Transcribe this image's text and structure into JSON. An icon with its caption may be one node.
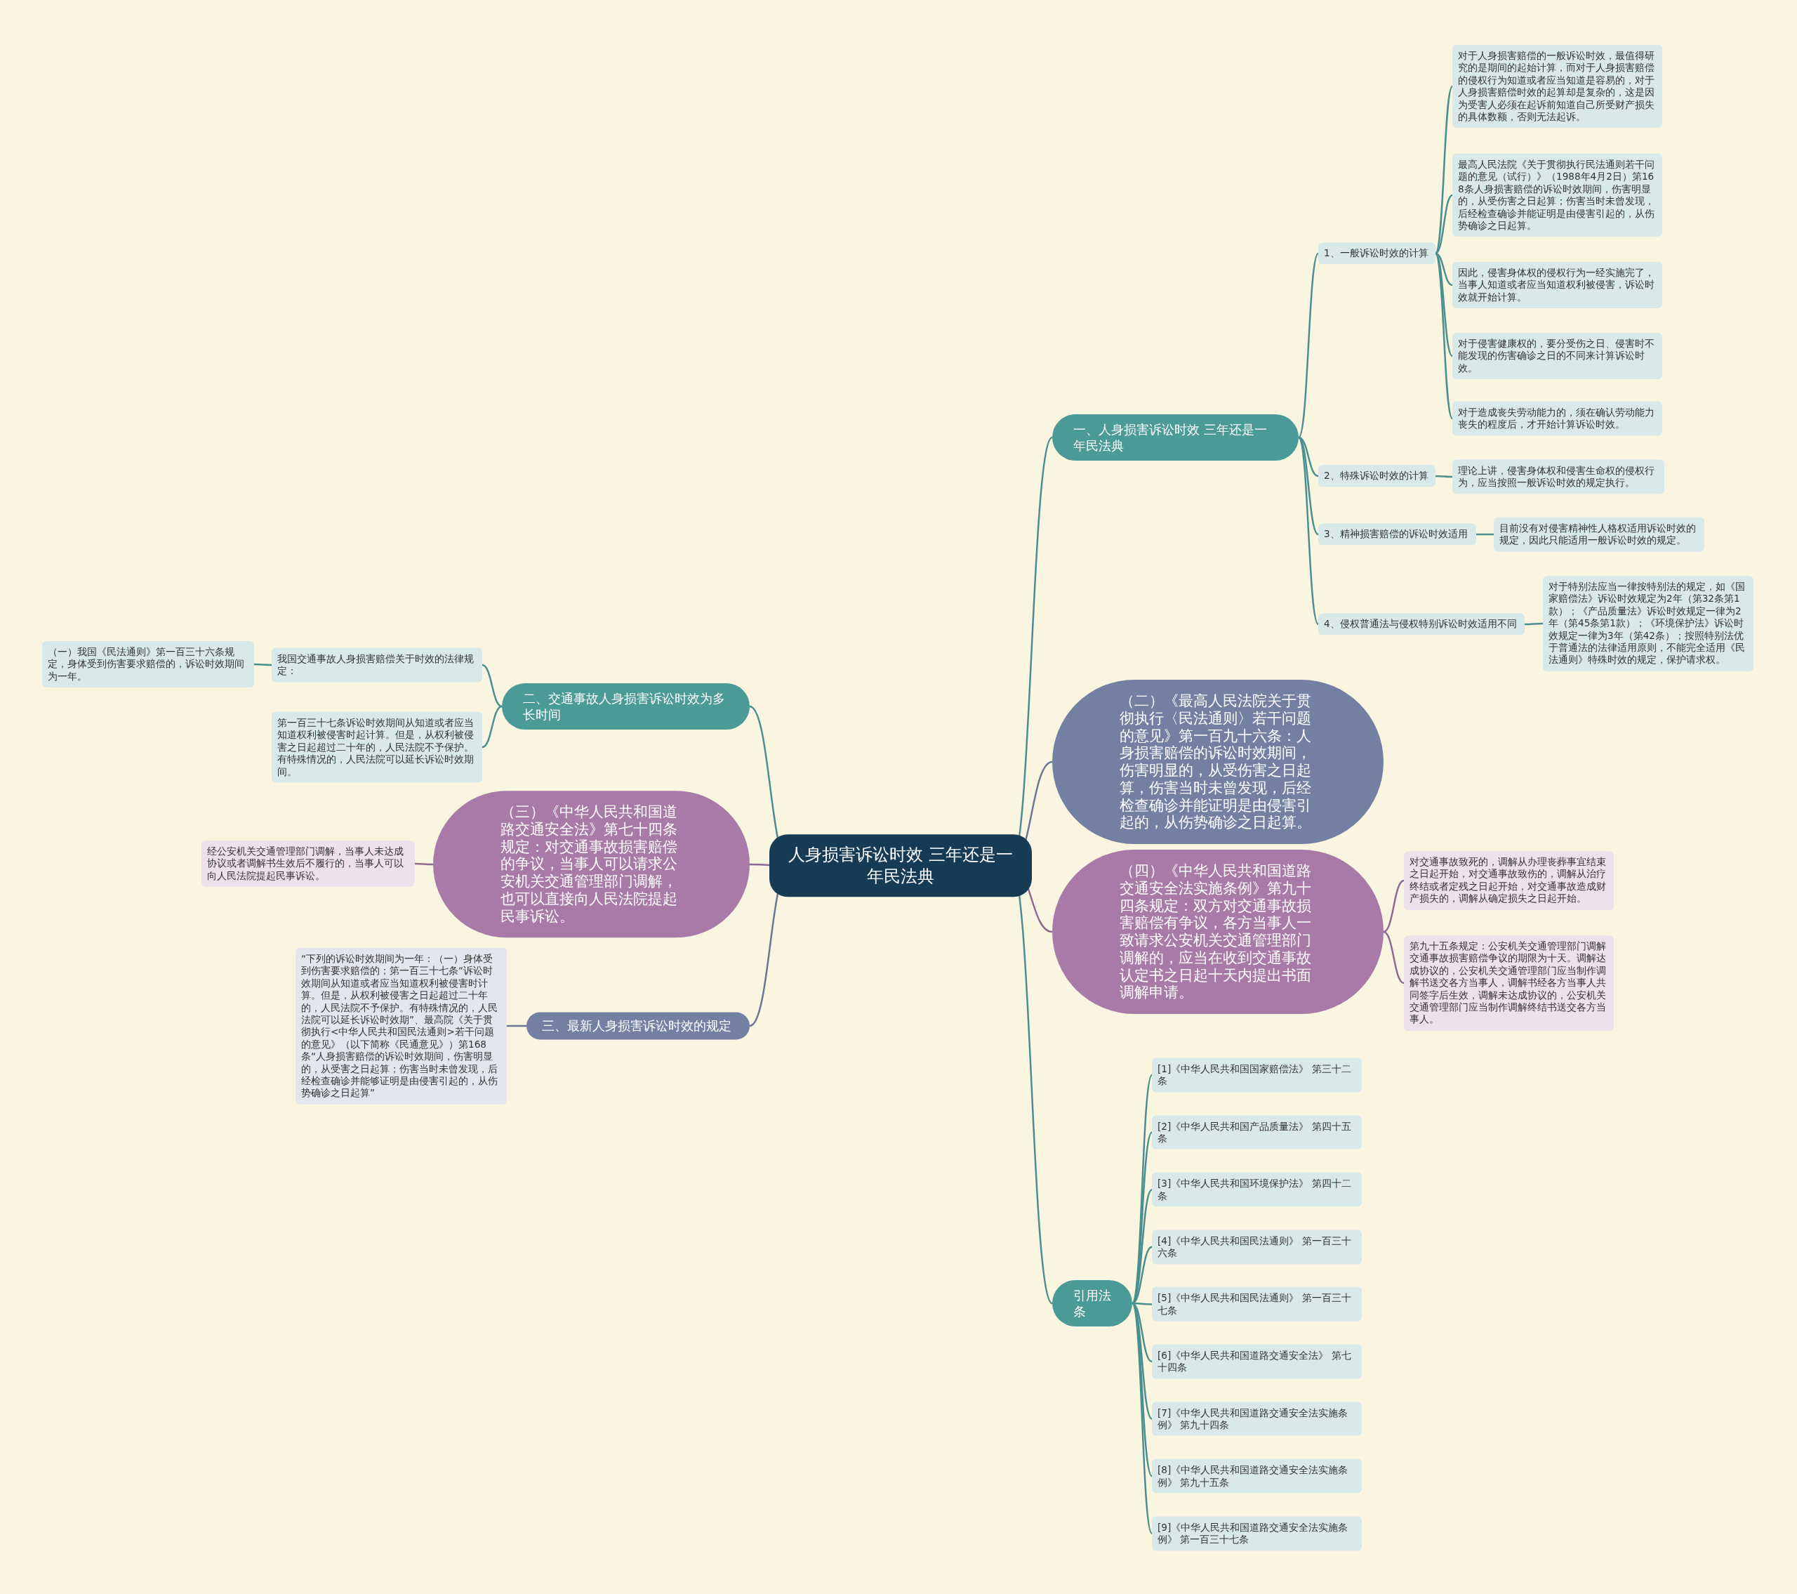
{
  "diagram": {
    "nodes": [
      {
        "text": [
          "人身损害诉讼时效 三年还是一年民法典"
        ]
      },
      {
        "text": [
          "一、人身损害诉讼时效 三年还是一年民法典"
        ]
      },
      {
        "text": [
          "1、一般诉讼时效的计算"
        ]
      },
      {
        "text": [
          "对于人身损害赔偿的一般诉讼时效，最值得研究的是期间的起始计算，而对于人身损害赔偿的侵权行为知道或者应当知道是容易的，对于人身损害赔偿时效的起算却是复杂的，这是因为受害人必须在起诉前知道自己所受财产损失的具体数额，否则无法起诉。"
        ]
      },
      {
        "text": [
          "最高人民法院《关于贯彻执行民法通则若干问题的意见（试行）》（1988年4月2日）第168条人身损害赔偿的诉讼时效期间，伤害明显的，从受伤害之日起算；伤害当时未曾发现，后经检查确诊并能证明是由侵害引起的，从伤势确诊之日起算。"
        ]
      },
      {
        "text": [
          "因此，侵害身体权的侵权行为一经实施完了，当事人知道或者应当知道权利被侵害，诉讼时效就开始计算。"
        ]
      },
      {
        "text": [
          "对于侵害健康权的，要分受伤之日、侵害时不能发现的伤害确诊之日的不同来计算诉讼时效。"
        ]
      },
      {
        "text": [
          "对于造成丧失劳动能力的，须在确认劳动能力丧失的程度后，才开始计算诉讼时效。"
        ]
      },
      {
        "text": [
          "2、特殊诉讼时效的计算"
        ]
      },
      {
        "text": [
          "理论上讲，侵害身体权和侵害生命权的侵权行为，应当按照一般诉讼时效的规定执行。"
        ]
      },
      {
        "text": [
          "3、精神损害赔偿的诉讼时效适用"
        ]
      },
      {
        "text": [
          "目前没有对侵害精神性人格权适用诉讼时效的规定，因此只能适用一般诉讼时效的规定。"
        ]
      },
      {
        "text": [
          "4、侵权普通法与侵权特别诉讼时效适用不同"
        ]
      },
      {
        "text": [
          "对于特别法应当一律按特别法的规定，如《国家赔偿法》诉讼时效规定为2年（第32条第1款）；《产品质量法》诉讼时效规定一律为2年（第45条第1款）；《环境保护法》诉讼时效规定一律为3年（第42条）；按照特别法优于普通法的法律适用原则，不能完全适用《民法通则》特殊时效的规定，保护请求权。"
        ]
      },
      {
        "text": [
          "（二）《最高人民法院关于贯彻执行〈民法通则〉若干问题的意见》第一百九十六条：人身损害赔偿的诉讼时效期间，伤害明显的，从受伤害之日起算，伤害当时未曾发现，后经检查确诊并能证明是由侵害引起的，从伤势确诊之日起算。"
        ]
      },
      {
        "text": [
          "（四）《中华人民共和国道路交通安全法实施条例》第九十四条规定：双方对交通事故损害赔偿有争议，各方当事人一致请求公安机关交通管理部门调解的，应当在收到交通事故认定书之日起十天内提出书面调解申请。"
        ]
      },
      {
        "text": [
          "对交通事故致死的，调解从办理丧葬事宜结束之日起开始，对交通事故致伤的，调解从治疗终结或者定残之日起开始，对交通事故造成财产损失的，调解从确定损失之日起开始。"
        ]
      },
      {
        "text": [
          "第九十五条规定：公安机关交通管理部门调解交通事故损害赔偿争议的期限为十天。调解达成协议的，公安机关交通管理部门应当制作调解书送交各方当事人，调解书经各方当事人共同签字后生效，调解未达成协议的，公安机关交通管理部门应当制作调解终结书送交各方当事人。"
        ]
      },
      {
        "text": [
          "引用法条"
        ]
      },
      {
        "text": [
          "[1]《中华人民共和国国家赔偿法》 第三十二条"
        ]
      },
      {
        "text": [
          "[2]《中华人民共和国产品质量法》 第四十五条"
        ]
      },
      {
        "text": [
          "[3]《中华人民共和国环境保护法》 第四十二条"
        ]
      },
      {
        "text": [
          "[4]《中华人民共和国民法通则》 第一百三十六条"
        ]
      },
      {
        "text": [
          "[5]《中华人民共和国民法通则》 第一百三十七条"
        ]
      },
      {
        "text": [
          "[6]《中华人民共和国道路交通安全法》 第七十四条"
        ]
      },
      {
        "text": [
          "[7]《中华人民共和国道路交通安全法实施条例》 第九十四条"
        ]
      },
      {
        "text": [
          "[8]《中华人民共和国道路交通安全法实施条例》 第九十五条"
        ]
      },
      {
        "text": [
          "[9]《中华人民共和国道路交通安全法实施条例》 第一百三十七条"
        ]
      },
      {
        "text": [
          "二、交通事故人身损害诉讼时效为多长时间"
        ]
      },
      {
        "text": [
          "我国交通事故人身损害赔偿关于时效的法律规定："
        ]
      },
      {
        "text": [
          "（一）我国《民法通则》第一百三十六条规定，身体受到伤害要求赔偿的，诉讼时效期间为一年。"
        ]
      },
      {
        "text": [
          "第一百三十七条诉讼时效期间从知道或者应当知道权利被侵害时起计算。但是，从权利被侵害之日起超过二十年的，人民法院不予保护。有特殊情况的，人民法院可以延长诉讼时效期间。"
        ]
      },
      {
        "text": [
          "（三）《中华人民共和国道路交通安全法》第七十四条规定：对交通事故损害赔偿的争议，当事人可以请求公安机关交通管理部门调解，也可以直接向人民法院提起民事诉讼。"
        ]
      },
      {
        "text": [
          "经公安机关交通管理部门调解，当事人未达成协议或者调解书生效后不履行的，当事人可以向人民法院提起民事诉讼。"
        ]
      },
      {
        "text": [
          "三、最新人身损害诉讼时效的规定"
        ]
      },
      {
        "text": [
          "“下列的诉讼时效期间为一年：（一）身体受到伤害要求赔偿的；第一百三十七条“诉讼时效期间从知道或者应当知道权利被侵害时计算。但是，从权利被侵害之日起超过二十年的，人民法院不予保护。有特殊情况的，人民法院可以延长诉讼时效期”、最高院《关于贯彻执行<中华人民共和国民法通则>若干问题的意见》（以下简称《民通意见》）第168条“人身损害赔偿的诉讼时效期间，伤害明显的，从受害之日起算；伤害当时未曾发现，后经检查确诊并能够证明是由侵害引起的，从伤势确诊之日起算”"
        ]
      }
    ],
    "edges": [
      {
        "from": 0,
        "to": 1,
        "arrow": "none"
      },
      {
        "from": 1,
        "to": 2,
        "arrow": "none"
      },
      {
        "from": 2,
        "to": 3,
        "arrow": "none"
      },
      {
        "from": 2,
        "to": 4,
        "arrow": "none"
      },
      {
        "from": 2,
        "to": 5,
        "arrow": "none"
      },
      {
        "from": 2,
        "to": 6,
        "arrow": "none"
      },
      {
        "from": 2,
        "to": 7,
        "arrow": "none"
      },
      {
        "from": 1,
        "to": 8,
        "arrow": "none"
      },
      {
        "from": 8,
        "to": 9,
        "arrow": "none"
      },
      {
        "from": 1,
        "to": 10,
        "arrow": "none"
      },
      {
        "from": 10,
        "to": 11,
        "arrow": "none"
      },
      {
        "from": 1,
        "to": 12,
        "arrow": "none"
      },
      {
        "from": 12,
        "to": 13,
        "arrow": "none"
      },
      {
        "from": 0,
        "to": 14,
        "arrow": "none",
        "color": "#6b7797"
      },
      {
        "from": 0,
        "to": 15,
        "arrow": "none",
        "color": "#8e6a92"
      },
      {
        "from": 15,
        "to": 16,
        "arrow": "none",
        "color": "#8e6a92"
      },
      {
        "from": 15,
        "to": 17,
        "arrow": "none",
        "color": "#8e6a92"
      },
      {
        "from": 0,
        "to": 18,
        "arrow": "none"
      },
      {
        "from": 18,
        "to": 19,
        "arrow": "none"
      },
      {
        "from": 18,
        "to": 20,
        "arrow": "none"
      },
      {
        "from": 18,
        "to": 21,
        "arrow": "none"
      },
      {
        "from": 18,
        "to": 22,
        "arrow": "none"
      },
      {
        "from": 18,
        "to": 23,
        "arrow": "none"
      },
      {
        "from": 18,
        "to": 24,
        "arrow": "none"
      },
      {
        "from": 18,
        "to": 25,
        "arrow": "none"
      },
      {
        "from": 18,
        "to": 26,
        "arrow": "none"
      },
      {
        "from": 18,
        "to": 27,
        "arrow": "none"
      },
      {
        "from": 0,
        "to": 28,
        "arrow": "none"
      },
      {
        "from": 28,
        "to": 29,
        "arrow": "none"
      },
      {
        "from": 29,
        "to": 30,
        "arrow": "none"
      },
      {
        "from": 28,
        "to": 31,
        "arrow": "none"
      },
      {
        "from": 0,
        "to": 32,
        "arrow": "none",
        "color": "#8e6a92"
      },
      {
        "from": 32,
        "to": 33,
        "arrow": "none",
        "color": "#8e6a92"
      },
      {
        "from": 0,
        "to": 34,
        "arrow": "none",
        "color": "#6b7797"
      },
      {
        "from": 34,
        "to": 35,
        "arrow": "none",
        "color": "#6b7797"
      }
    ]
  }
}
